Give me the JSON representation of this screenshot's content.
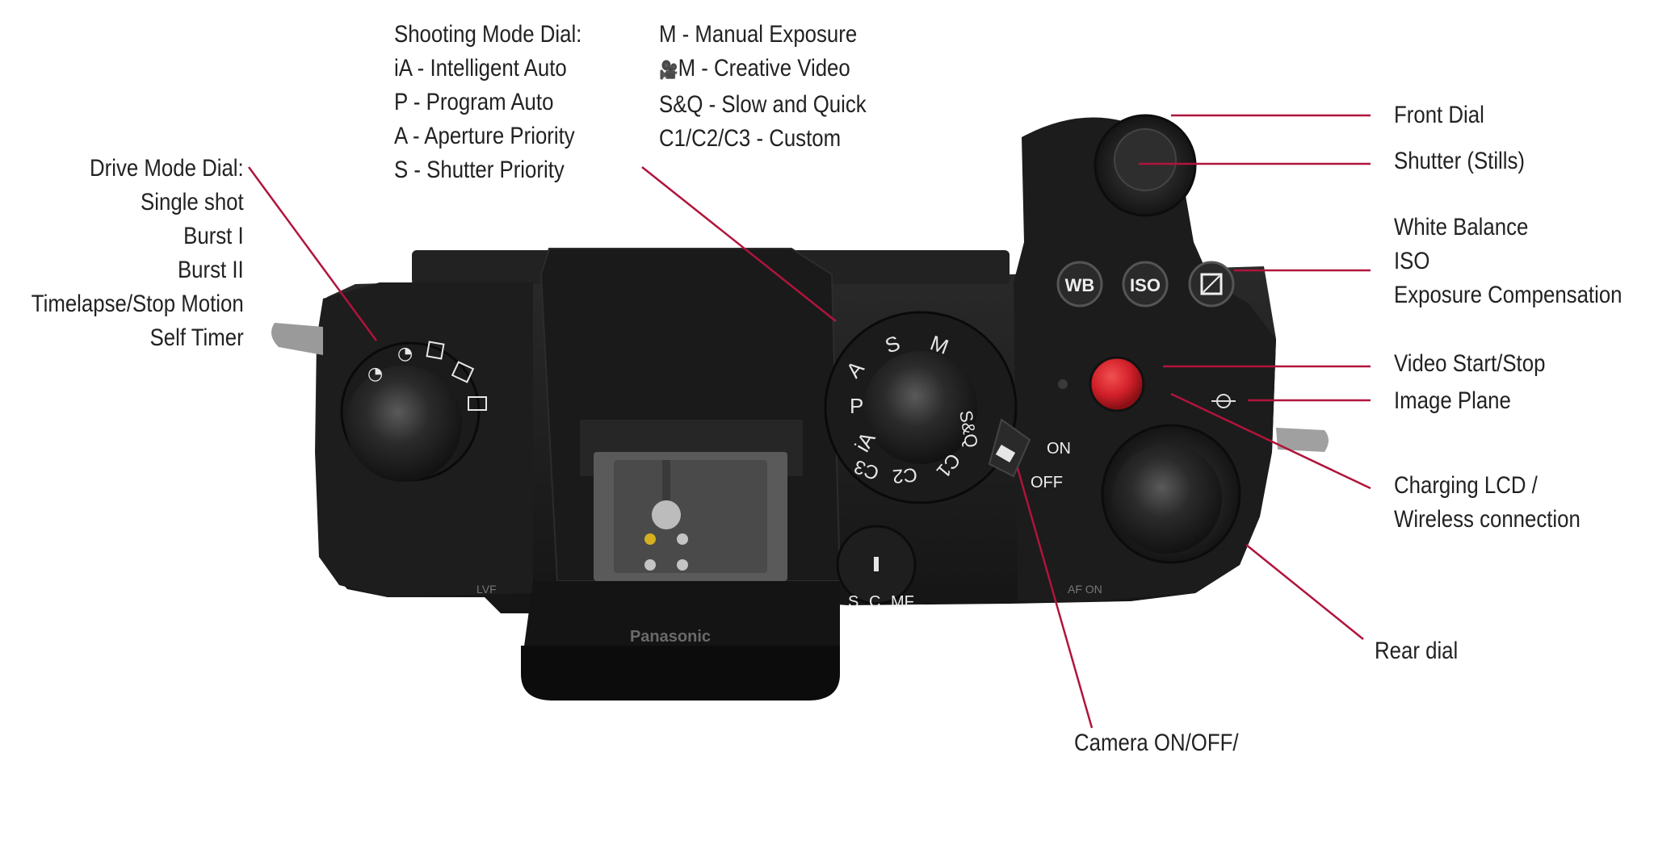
{
  "drive_mode": {
    "title": "Drive Mode Dial:",
    "items": [
      "Single shot",
      "Burst I",
      "Burst II",
      "Timelapse/Stop Motion",
      "Self Timer"
    ]
  },
  "shooting_mode": {
    "title": "Shooting Mode Dial:",
    "col1": [
      "iA - Intelligent Auto",
      "P - Program Auto",
      "A - Aperture Priority",
      "S - Shutter Priority"
    ],
    "col2": [
      "M - Manual Exposure",
      "M - Creative Video",
      "S&Q - Slow and Quick",
      "C1/C2/C3 - Custom"
    ]
  },
  "right_labels": {
    "front_dial": "Front Dial",
    "shutter": "Shutter (Stills)",
    "white_balance": "White Balance",
    "iso": "ISO",
    "exposure_comp": "Exposure Compensation",
    "video": "Video Start/Stop",
    "image_plane": "Image Plane",
    "charging_1": "Charging LCD /",
    "charging_2": "Wireless connection",
    "rear_dial": "Rear dial",
    "power": "Camera ON/OFF/"
  },
  "camera": {
    "brand": "Panasonic",
    "buttons": {
      "wb": "WB",
      "iso": "ISO"
    },
    "power_on": "ON",
    "power_off": "OFF",
    "focus_modes": [
      "S",
      "C",
      "MF"
    ],
    "mode_dial_marks": [
      "iA",
      "P",
      "A",
      "S",
      "M",
      "S&Q",
      "C1",
      "C2",
      "C3"
    ],
    "bottom_labels": [
      "LVF",
      "AF ON"
    ]
  },
  "colors": {
    "leader": "#b0143c",
    "body": "#1a1a1a",
    "record": "#d3202a"
  }
}
